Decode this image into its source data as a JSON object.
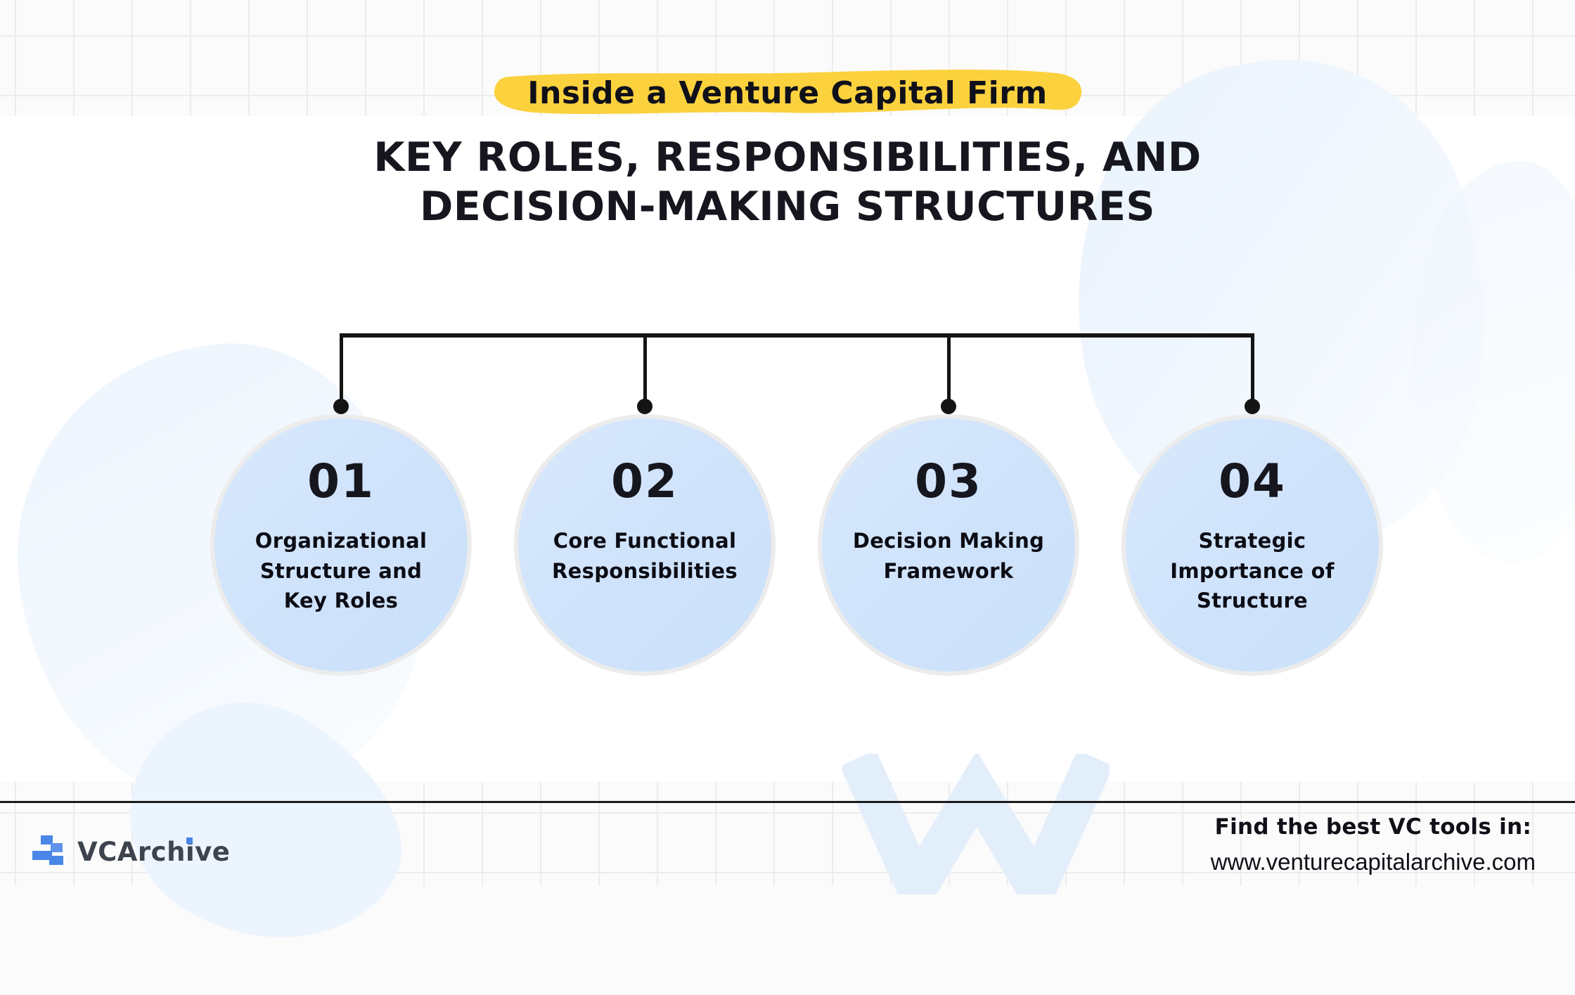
{
  "badge": {
    "label": "Inside a Venture Capital Firm"
  },
  "heading": {
    "line1": "KEY ROLES, RESPONSIBILITIES, AND",
    "line2": "DECISION-MAKING STRUCTURES"
  },
  "items": [
    {
      "number": "01",
      "label": "Organizational\nStructure and\nKey Roles"
    },
    {
      "number": "02",
      "label": "Core Functional\nResponsibilities"
    },
    {
      "number": "03",
      "label": "Decision Making\nFramework"
    },
    {
      "number": "04",
      "label": "Strategic\nImportance of\nStructure"
    }
  ],
  "footer": {
    "brand_pre": "VCArch",
    "brand_i": "i",
    "brand_post": "ve",
    "cta": "Find the best VC tools in:",
    "url": "www.venturecapitalarchive.com"
  },
  "colors": {
    "highlight_yellow": "#FBD23E",
    "circle_fill": "#CFE3FB",
    "circle_ring": "#ECECEC",
    "connector_black": "#141414",
    "brand_blue": "#4A86E8",
    "brand_text_gray": "#3D444D",
    "blob_light_blue": "#EAF2FC",
    "heading_ink": "#16161F"
  }
}
